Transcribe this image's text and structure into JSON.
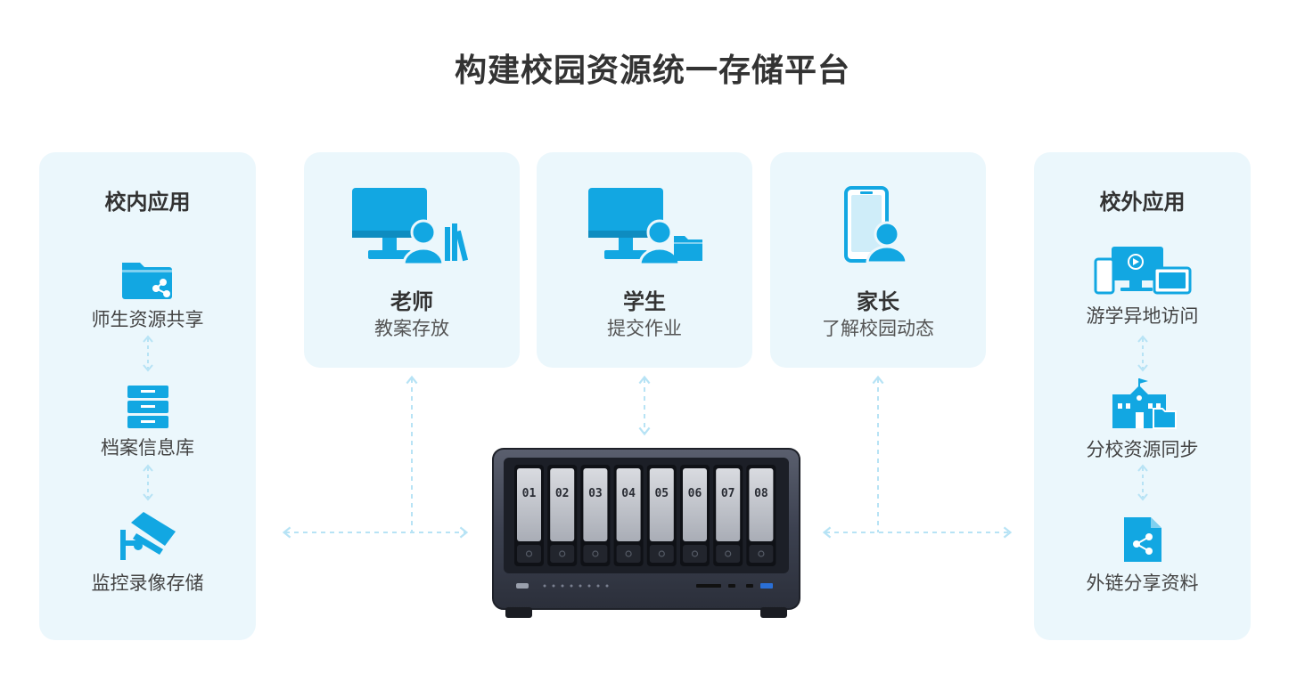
{
  "title": "构建校园资源统一存储平台",
  "left_panel": {
    "title": "校内应用",
    "items": [
      {
        "label": "师生资源共享",
        "icon": "folder-share-icon"
      },
      {
        "label": "档案信息库",
        "icon": "file-cabinet-icon"
      },
      {
        "label": "监控录像存储",
        "icon": "security-camera-icon"
      }
    ]
  },
  "right_panel": {
    "title": "校外应用",
    "items": [
      {
        "label": "游学异地访问",
        "icon": "multi-device-icon"
      },
      {
        "label": "分校资源同步",
        "icon": "school-building-icon"
      },
      {
        "label": "外链分享资料",
        "icon": "share-file-icon"
      }
    ]
  },
  "cards": [
    {
      "title": "老师",
      "subtitle": "教案存放",
      "icon": "monitor-teacher-books-icon"
    },
    {
      "title": "学生",
      "subtitle": "提交作业",
      "icon": "monitor-student-folder-icon"
    },
    {
      "title": "家长",
      "subtitle": "了解校园动态",
      "icon": "phone-parent-icon"
    }
  ],
  "nas": {
    "bays": [
      "01",
      "02",
      "03",
      "04",
      "05",
      "06",
      "07",
      "08"
    ]
  },
  "colors": {
    "accent": "#12a7e2",
    "panel_bg": "#ebf7fc",
    "dash": "#b7e3f5",
    "device_body": "#3c4150"
  }
}
